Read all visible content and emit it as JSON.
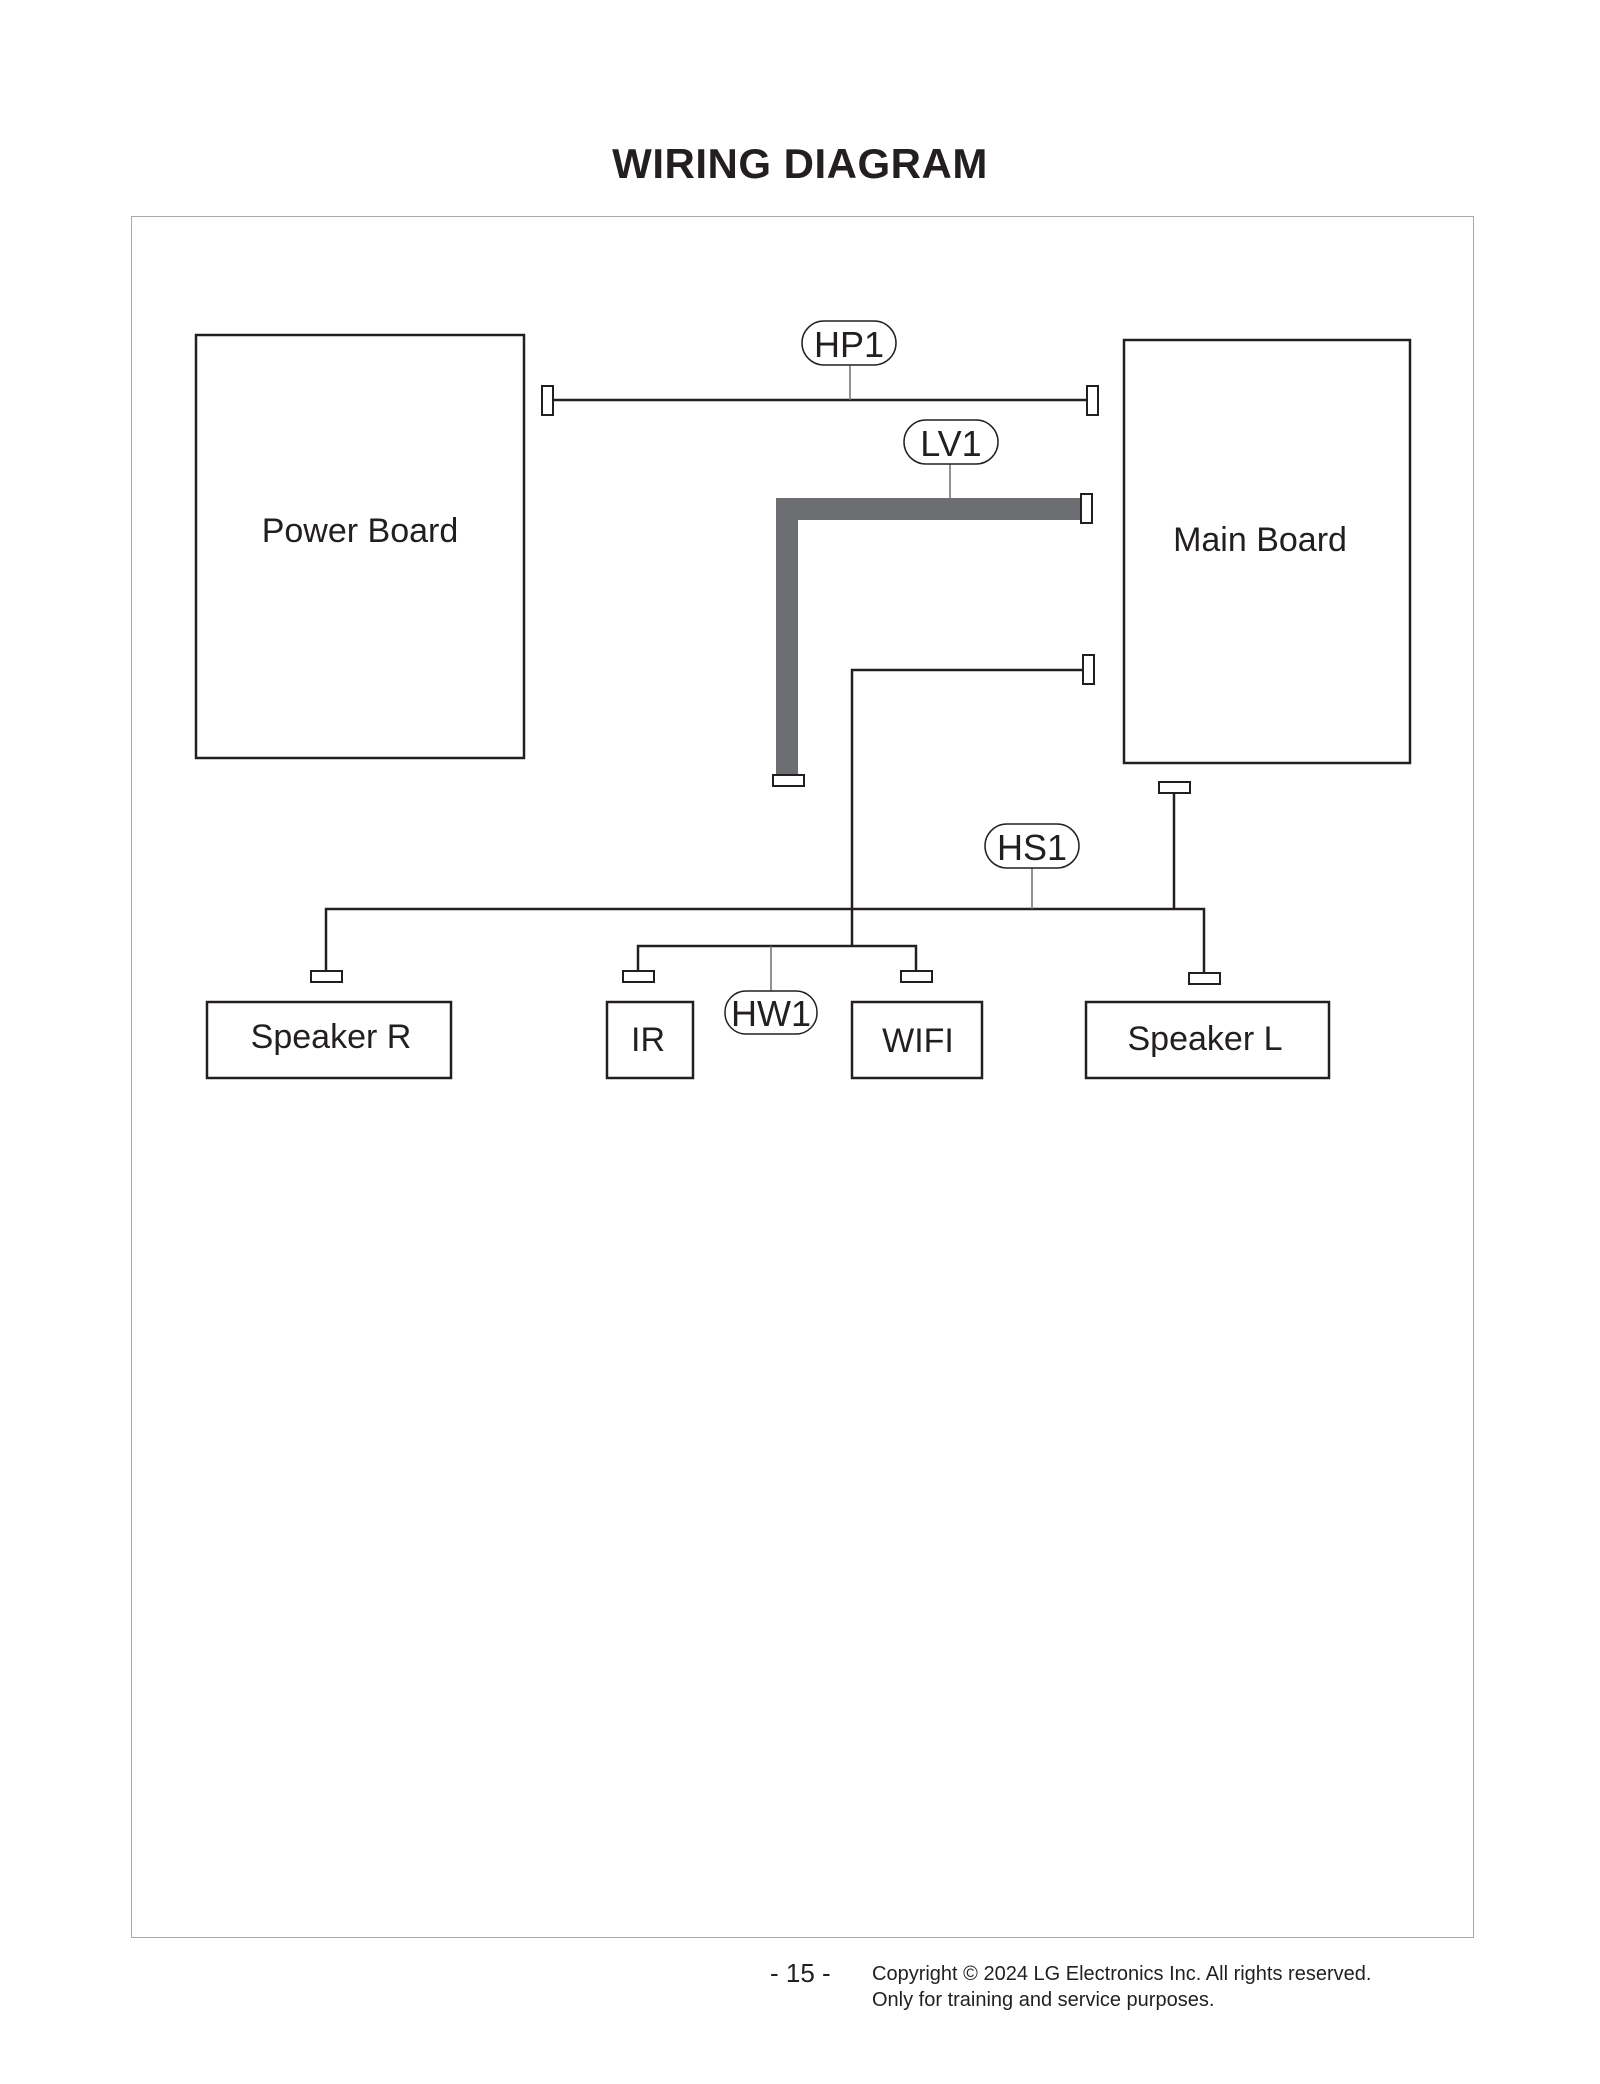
{
  "title": "WIRING DIAGRAM",
  "diagram": {
    "boards": {
      "power_board": "Power Board",
      "main_board": "Main Board"
    },
    "devices": {
      "speaker_r": "Speaker R",
      "ir": "IR",
      "wifi": "WIFI",
      "speaker_l": "Speaker L"
    },
    "harness_tags": {
      "hp1": "HP1",
      "lv1": "LV1",
      "hs1": "HS1",
      "hw1": "HW1"
    },
    "colors": {
      "line": "#231f20",
      "lvds_cable": "#6d6e71",
      "frame_border": "#a7a9ac"
    }
  },
  "footer": {
    "page_number": "- 15 -",
    "copyright": "Copyright © 2024 LG Electronics Inc. All rights reserved.",
    "note": "Only for training and service purposes."
  }
}
